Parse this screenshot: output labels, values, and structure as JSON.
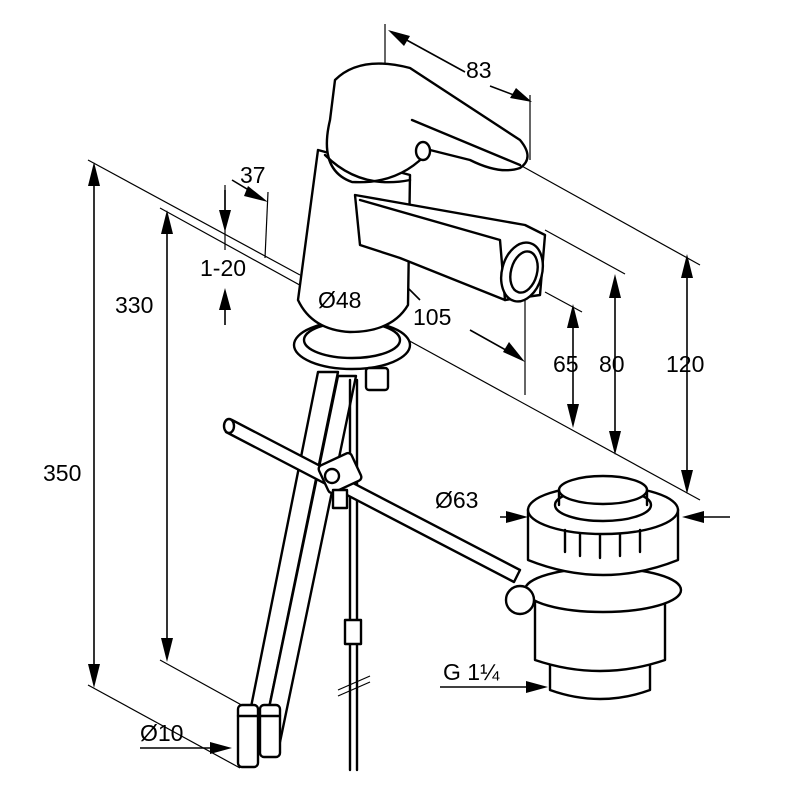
{
  "dimensions": {
    "d83": "83",
    "d37": "37",
    "d1_20": "1-20",
    "d330": "330",
    "d48": "Ø48",
    "d105": "105",
    "d65": "65",
    "d80": "80",
    "d120": "120",
    "d350": "350",
    "d63": "Ø63",
    "thread": "G 1¼",
    "d10": "Ø10"
  }
}
